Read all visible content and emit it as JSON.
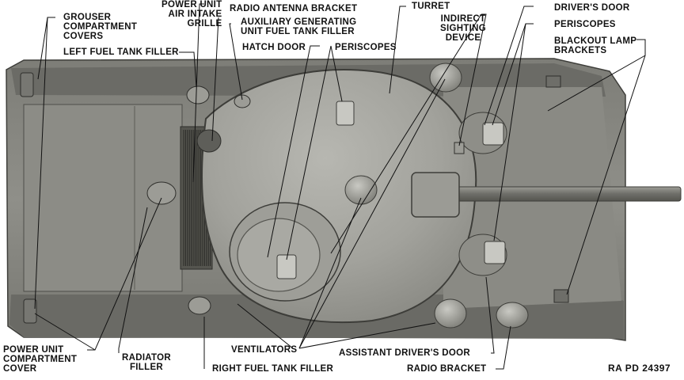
{
  "figure": {
    "reference": "RA PD 24397",
    "labels": {
      "grouser_covers": "GROUSER\nCOMPARTMENT\nCOVERS",
      "power_unit_grille": "POWER UNIT\nAIR INTAKE\nGRILLE",
      "radio_antenna_bracket": "RADIO ANTENNA BRACKET",
      "aux_fuel_filler": "AUXILIARY GENERATING\nUNIT FUEL TANK FILLER",
      "left_fuel_filler": "LEFT FUEL TANK FILLER",
      "hatch_door": "HATCH DOOR",
      "periscopes_top": "PERISCOPES",
      "turret": "TURRET",
      "indirect_sighting": "INDIRECT\nSIGHTING\nDEVICE",
      "drivers_door": "DRIVER'S DOOR",
      "periscopes_right": "PERISCOPES",
      "blackout_lamp": "BLACKOUT LAMP\nBRACKETS",
      "power_unit_cover": "POWER UNIT\nCOMPARTMENT\nCOVER",
      "radiator_filler": "RADIATOR\nFILLER",
      "right_fuel_filler": "RIGHT FUEL TANK FILLER",
      "ventilators": "VENTILATORS",
      "assistant_drivers_door": "ASSISTANT DRIVER'S DOOR",
      "radio_bracket": "RADIO BRACKET"
    }
  }
}
